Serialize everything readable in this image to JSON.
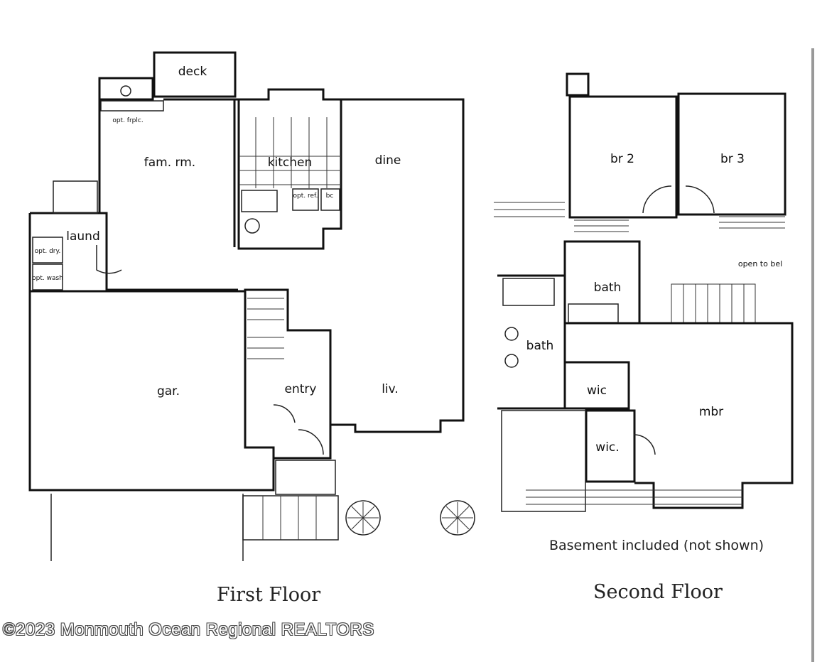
{
  "first_floor": {
    "caption": "First Floor",
    "rooms": {
      "deck": "deck",
      "fireplace": "opt. frplc.",
      "fam_rm": "fam. rm.",
      "kitchen": "kitchen",
      "dine": "dine",
      "opt_ref": "opt. ref.",
      "bc": "bc",
      "laund": "laund",
      "opt_dry": "opt. dry.",
      "opt_wash": "opt. wash",
      "gar": "gar.",
      "entry": "entry",
      "liv": "liv."
    }
  },
  "second_floor": {
    "caption": "Second Floor",
    "rooms": {
      "br2": "br 2",
      "br3": "br 3",
      "open_to_below": "open  to  bel",
      "bath": "bath",
      "bath2": "bath",
      "wic1": "wic",
      "wic2": "wic.",
      "mbr": "mbr"
    },
    "note": "Basement included (not shown)"
  },
  "copyright": "©2023 Monmouth Ocean Regional REALTORS"
}
